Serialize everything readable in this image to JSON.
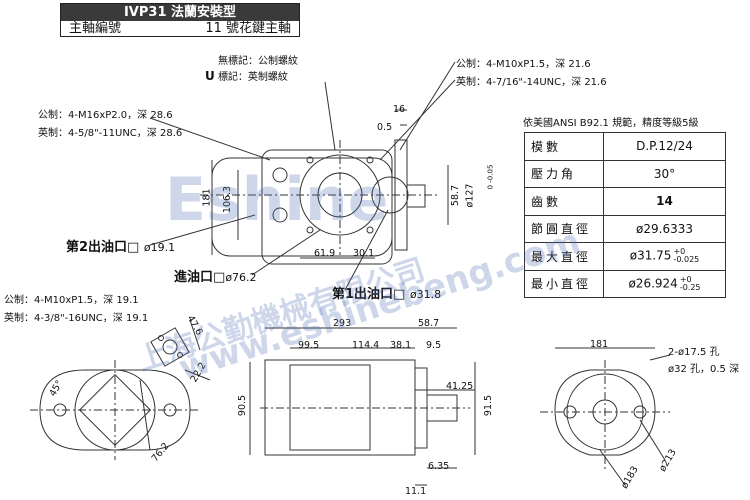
{
  "title": {
    "model": "IVP31 法蘭安裝型",
    "shaft_code_label": "主軸編號",
    "shaft_code_value": "11 號花鍵主軸"
  },
  "thread_legend": {
    "none_mark": "無標記：公制螺紋",
    "u_mark_letter": "U",
    "u_mark_text": "標記：英制螺紋"
  },
  "notes": {
    "metric_top_right": "公制：4-M10xP1.5，深 21.6",
    "imperial_top_right": "英制：4-7/16\"-14UNC，深 21.6",
    "metric_left": "公制：4-M16xP2.0，深 28.6",
    "imperial_left": "英制：4-5/8\"-11UNC，深 28.6",
    "metric_lower": "公制：4-M10xP1.5，深 19.1",
    "imperial_lower": "英制：4-3/8\"-16UNC，深 19.1"
  },
  "ports": {
    "outlet2_label": "第2出油口",
    "outlet2_dia": "ø19.1",
    "inlet_label": "進油口",
    "inlet_dia": "ø76.2",
    "outlet1_label": "第1出油口",
    "outlet1_dia": "ø31.8"
  },
  "dims": {
    "d16": "16",
    "d0_5": "0.5",
    "d181": "181",
    "d106_3": "106.3",
    "d58_7": "58.7",
    "d127": "ø127",
    "d127_tol": "0\n-0.05",
    "d61_9": "61.9",
    "d30_1": "30.1",
    "d47_6": "47.6",
    "d22_2": "22.2",
    "d45": "45°",
    "d76_2": "76.2",
    "d293": "293",
    "d58_7b": "58.7",
    "d99_5": "99.5",
    "d114_4": "114.4",
    "d38_1": "38.1",
    "d9_5": "9.5",
    "d41_25": "41.25",
    "d90_5": "90.5",
    "d91_5": "91.5",
    "d6_35": "6.35",
    "d11_1": "11.1",
    "d181b": "181",
    "holes": "2-ø17.5 孔",
    "spot": "ø32 孔，0.5 深",
    "d213": "ø213",
    "d183": "ø183"
  },
  "spec": {
    "caption": "依美國ANSI  B92.1 規範，精度等級5級",
    "rows": [
      {
        "k": "模數",
        "v": "D.P.12/24"
      },
      {
        "k": "壓力角",
        "v": "30°"
      },
      {
        "k": "齒數",
        "v": "14"
      },
      {
        "k": "節圓直徑",
        "v": "ø29.6333"
      },
      {
        "k": "最大直徑",
        "v": "ø31.75"
      },
      {
        "k": "最小直徑",
        "v": "ø26.924"
      }
    ],
    "max_tol_up": "+0",
    "max_tol_down": "-0.025",
    "min_tol_up": "+0",
    "min_tol_down": "-0.25"
  },
  "watermark": {
    "cn": "上海公勤機械有限公司",
    "en": "www.eshinebeng.com",
    "brand": "Eshine"
  }
}
